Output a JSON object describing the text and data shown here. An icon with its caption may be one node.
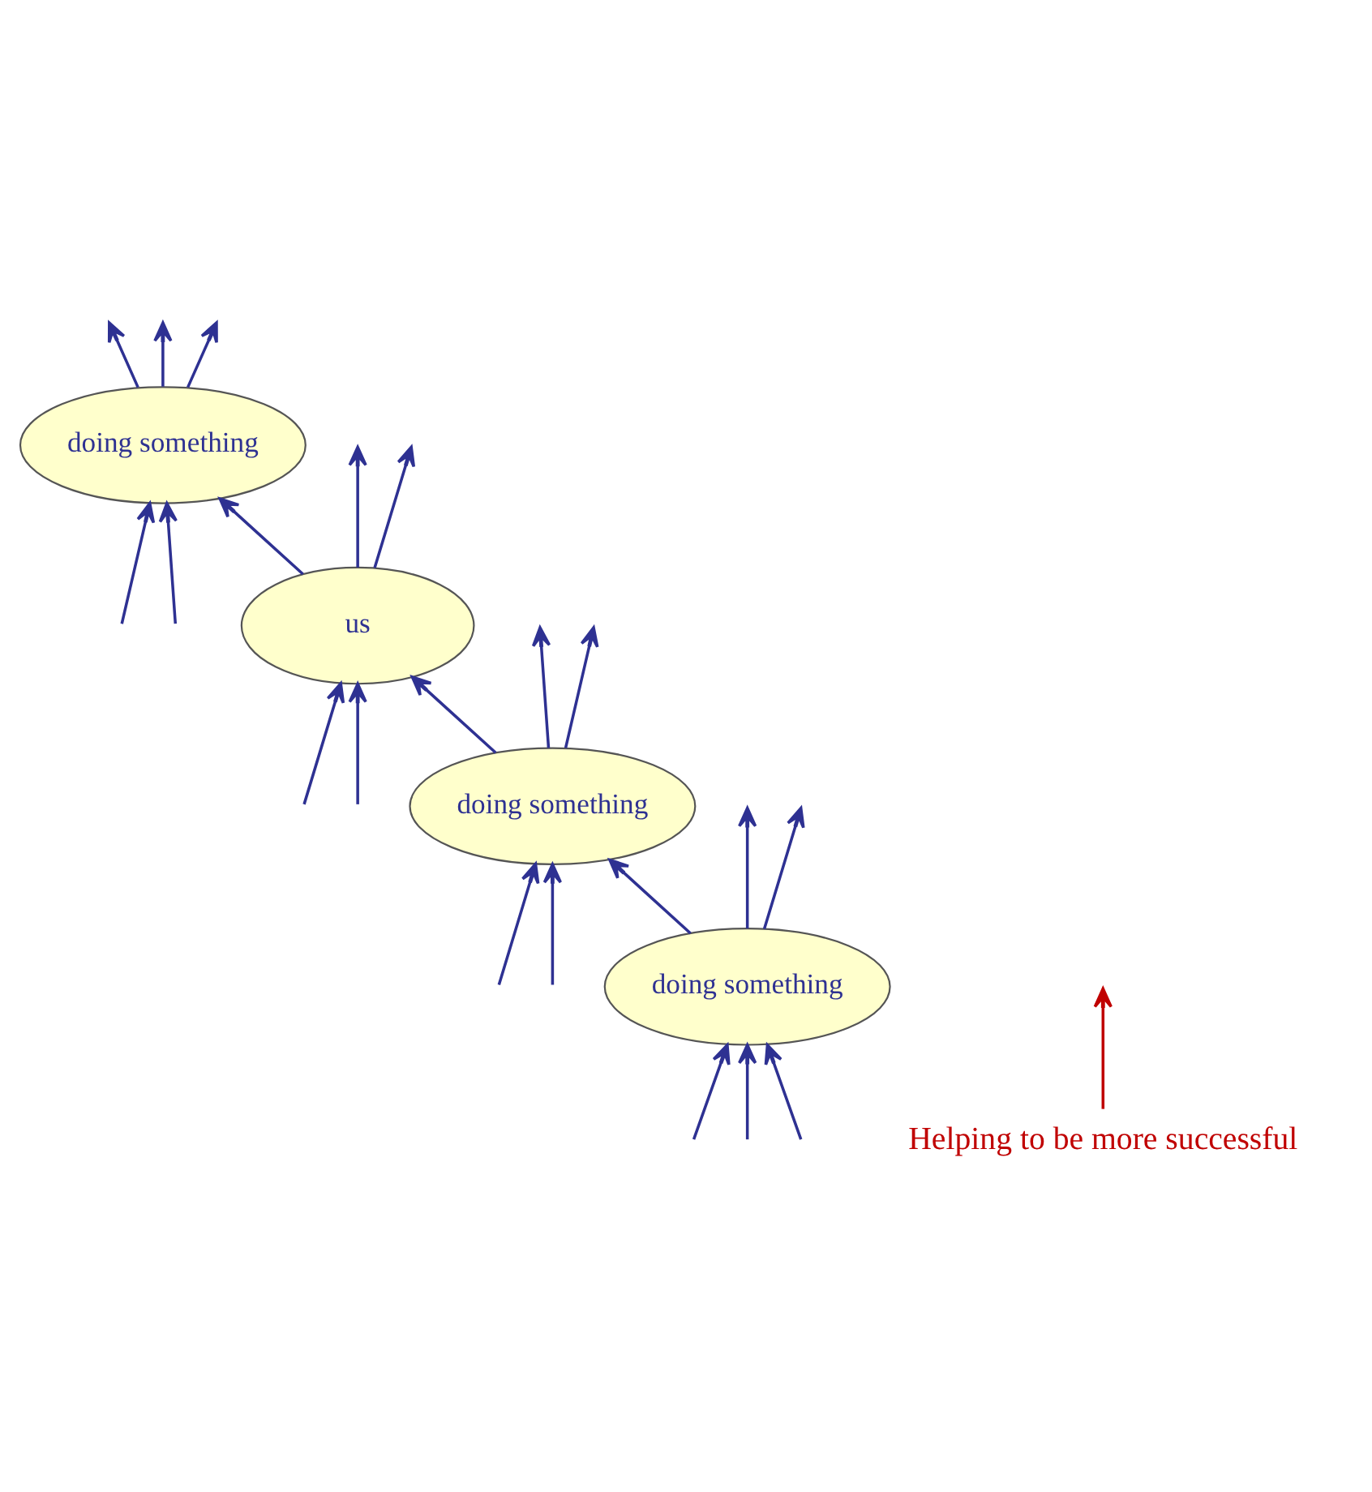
{
  "diagram": {
    "nodes": [
      {
        "text": [
          "doing something"
        ]
      },
      {
        "text": [
          "us"
        ]
      },
      {
        "text": [
          "doing something"
        ]
      },
      {
        "text": [
          "doing something"
        ]
      },
      {
        "text": [
          "Helping to be more successful"
        ]
      }
    ],
    "edges": [
      {
        "from": null,
        "to": 0,
        "arrow": "to"
      },
      {
        "from": null,
        "to": 0,
        "arrow": "to"
      },
      {
        "from": 0,
        "to": null,
        "arrow": "to"
      },
      {
        "from": 0,
        "to": null,
        "arrow": "to"
      },
      {
        "from": 0,
        "to": null,
        "arrow": "to"
      },
      {
        "from": 4,
        "to": null,
        "arrow": "to",
        "color": "#c00000"
      },
      {
        "from": 1,
        "to": 0,
        "arrow": "to"
      },
      {
        "from": 1,
        "to": null,
        "arrow": "to"
      },
      {
        "from": null,
        "to": 1,
        "arrow": "to"
      },
      {
        "from": 1,
        "to": null,
        "arrow": "to"
      },
      {
        "from": null,
        "to": 1,
        "arrow": "to"
      },
      {
        "from": 2,
        "to": 1,
        "arrow": "to"
      },
      {
        "from": null,
        "to": 2,
        "arrow": "to"
      },
      {
        "from": 2,
        "to": null,
        "arrow": "to"
      },
      {
        "from": 2,
        "to": null,
        "arrow": "to"
      },
      {
        "from": null,
        "to": 2,
        "arrow": "to"
      },
      {
        "from": 3,
        "to": 2,
        "arrow": "to"
      },
      {
        "from": 3,
        "to": null,
        "arrow": "to"
      },
      {
        "from": 3,
        "to": null,
        "arrow": "to"
      },
      {
        "from": null,
        "to": 3,
        "arrow": "to"
      },
      {
        "from": null,
        "to": 3,
        "arrow": "to"
      },
      {
        "from": null,
        "to": 3,
        "arrow": "to"
      }
    ]
  }
}
